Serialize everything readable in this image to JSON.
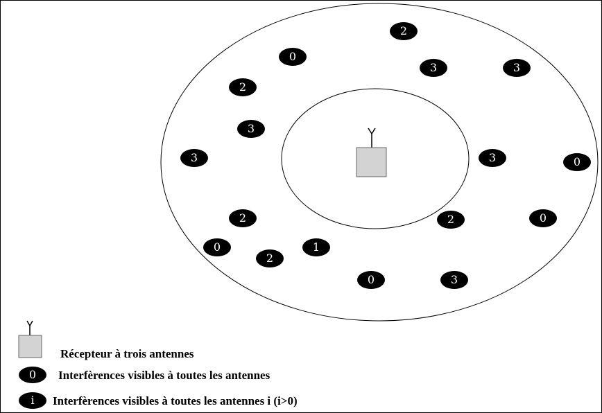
{
  "diagram": {
    "receiver": {
      "kind": "receiver-with-antenna"
    },
    "interferers": [
      {
        "label": "2"
      },
      {
        "label": "0"
      },
      {
        "label": "3"
      },
      {
        "label": "3"
      },
      {
        "label": "2"
      },
      {
        "label": "3"
      },
      {
        "label": "3"
      },
      {
        "label": "3"
      },
      {
        "label": "0"
      },
      {
        "label": "2"
      },
      {
        "label": "2"
      },
      {
        "label": "0"
      },
      {
        "label": "0"
      },
      {
        "label": "1"
      },
      {
        "label": "2"
      },
      {
        "label": "0"
      },
      {
        "label": "3"
      }
    ]
  },
  "legend": {
    "receiver_label": "Récepteur à trois antennes",
    "zero_symbol": "0",
    "zero_label": "Interfèrences visibles à toutes les antennes",
    "i_symbol": "i",
    "i_label": "Interfèrences visibles à toutes les antennes i  (i>0)"
  },
  "colors": {
    "node_fill": "#000000",
    "node_text": "#ffffff",
    "receiver_fill": "#d3d3d3",
    "line": "#000000"
  }
}
